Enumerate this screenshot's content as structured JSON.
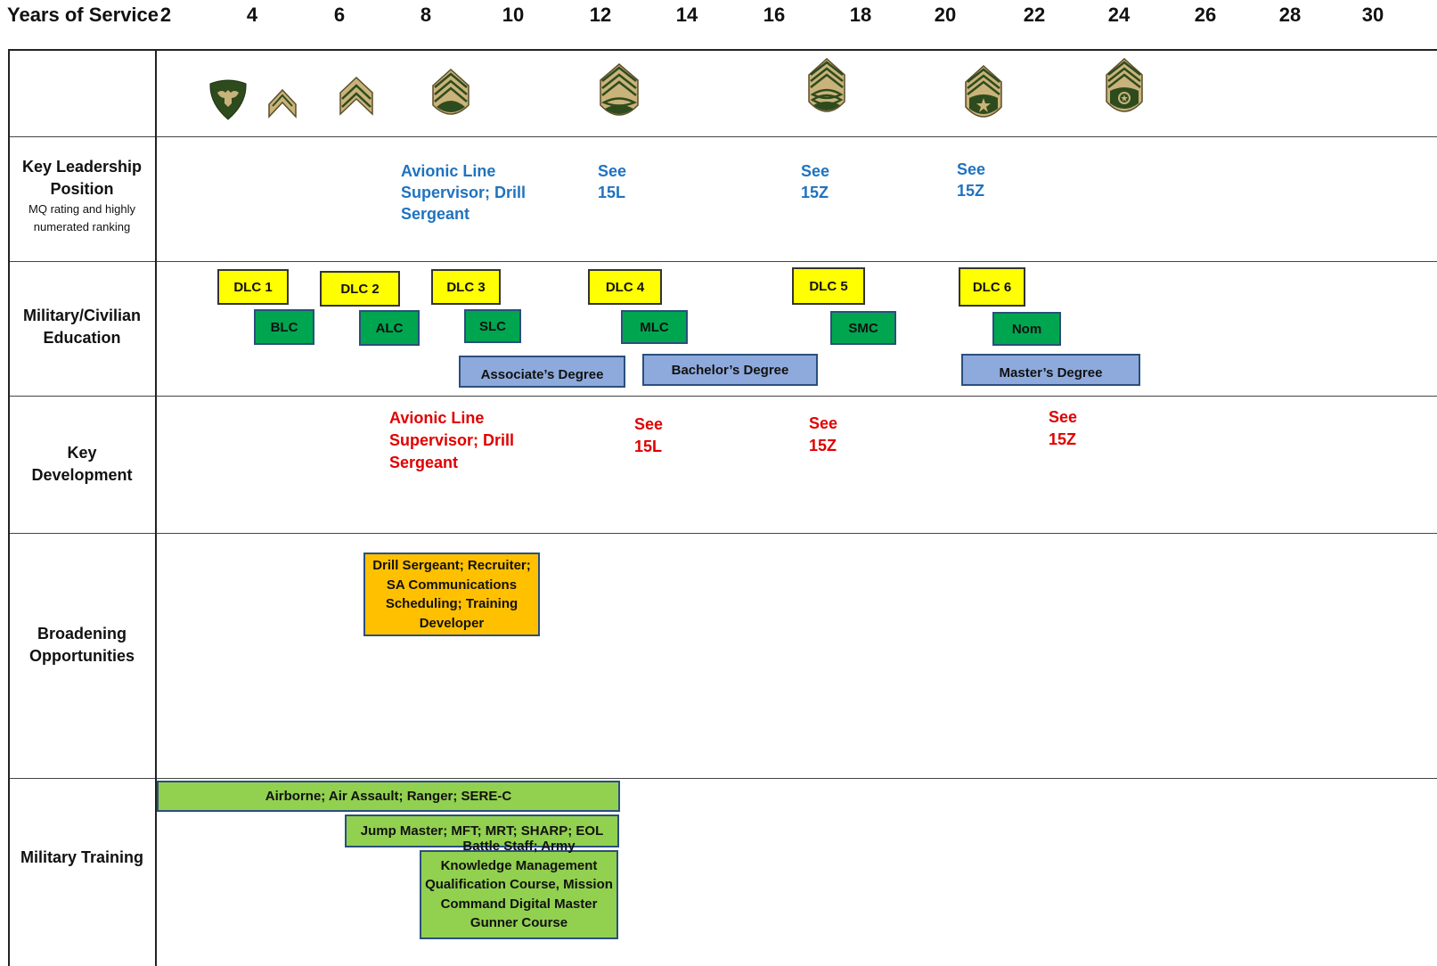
{
  "header": {
    "label": "Years of Service",
    "years": [
      "2",
      "4",
      "6",
      "8",
      "10",
      "12",
      "14",
      "16",
      "18",
      "20",
      "22",
      "24",
      "26",
      "28",
      "30"
    ]
  },
  "ranks": [
    {
      "name": "spc-icon"
    },
    {
      "name": "cpl-icon"
    },
    {
      "name": "sgt-icon"
    },
    {
      "name": "ssg-icon"
    },
    {
      "name": "sfc-icon"
    },
    {
      "name": "msg-icon"
    },
    {
      "name": "sgm-icon"
    },
    {
      "name": "csm-icon"
    }
  ],
  "rows": {
    "leadership": {
      "label1": "Key Leadership",
      "label2": "Position",
      "sub1": "MQ rating and highly",
      "sub2": "numerated ranking",
      "items": [
        [
          "Avionic Line",
          "Supervisor; Drill",
          "Sergeant"
        ],
        [
          "See",
          "15L"
        ],
        [
          "See",
          "15Z"
        ],
        [
          "See",
          "15Z"
        ]
      ]
    },
    "education": {
      "label1": "Military/Civilian",
      "label2": "Education",
      "dlc": [
        "DLC 1",
        "DLC 2",
        "DLC 3",
        "DLC 4",
        "DLC 5",
        "DLC 6"
      ],
      "courses": [
        "BLC",
        "ALC",
        "SLC",
        "MLC",
        "SMC",
        "Nom"
      ],
      "degrees": [
        "Associate’s Degree",
        "Bachelor’s Degree",
        "Master’s Degree"
      ]
    },
    "development": {
      "label1": "Key",
      "label2": "Development",
      "items": [
        [
          "Avionic Line",
          "Supervisor; Drill",
          "Sergeant"
        ],
        [
          "See",
          "15L"
        ],
        [
          "See",
          "15Z"
        ],
        [
          "See",
          "15Z"
        ]
      ]
    },
    "broadening": {
      "label1": "Broadening",
      "label2": "Opportunities",
      "box": [
        "Drill Sergeant; Recruiter;",
        "SA Communications",
        "Scheduling;  Training",
        "Developer"
      ]
    },
    "training": {
      "label": "Military Training",
      "box1": "Airborne; Air Assault; Ranger; SERE-C",
      "box2": "Jump Master; MFT; MRT; SHARP; EOL",
      "box3": [
        "Battle Staff; Army",
        "Knowledge Management",
        "Qualification Course, Mission",
        "Command Digital Master",
        "Gunner Course"
      ]
    }
  },
  "colors": {
    "dlc": "#ffff00",
    "course": "#00a550",
    "degree": "#8eaadc",
    "broadening": "#ffc000",
    "training": "#92d050",
    "leadership_text": "#1f73c0",
    "development_text": "#e00000",
    "insignia_fill": "#c9b37a",
    "insignia_bg": "#2e4b1e"
  }
}
